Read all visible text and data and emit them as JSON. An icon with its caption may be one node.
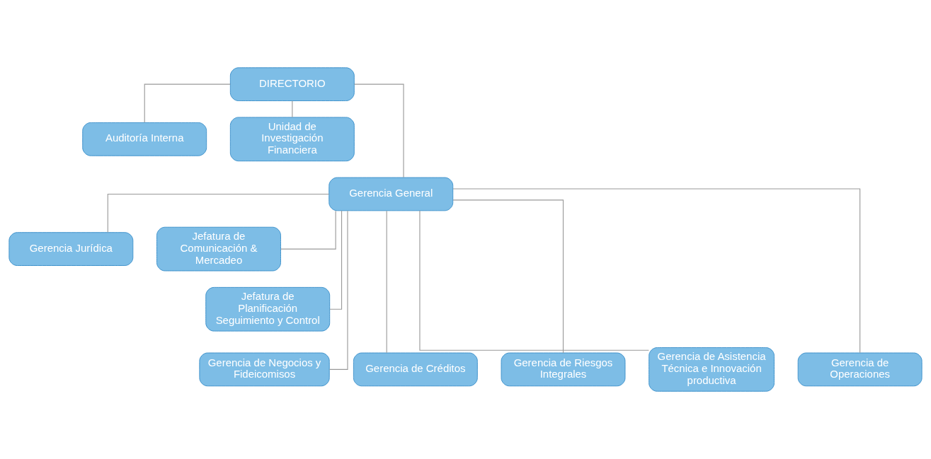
{
  "diagram": {
    "nodes": [
      {
        "text": [
          "DIRECTORIO"
        ]
      },
      {
        "text": [
          "Auditoría Interna"
        ]
      },
      {
        "text": [
          "Unidad de Investigación Financiera"
        ]
      },
      {
        "text": [
          "Gerencia General"
        ]
      },
      {
        "text": [
          "Gerencia Jurídica"
        ]
      },
      {
        "text": [
          "Jefatura de Comunicación & Mercadeo"
        ]
      },
      {
        "text": [
          "Jefatura de Planificación Seguimiento y Control"
        ]
      },
      {
        "text": [
          "Gerencia de Negocios y Fideicomisos"
        ]
      },
      {
        "text": [
          "Gerencia de Créditos"
        ]
      },
      {
        "text": [
          "Gerencia de Riesgos Integrales"
        ]
      },
      {
        "text": [
          "Gerencia de Asistencia Técnica e Innovación productiva"
        ]
      },
      {
        "text": [
          "Gerencia de Operaciones"
        ]
      }
    ],
    "edges": [
      {
        "from": 0,
        "to": 1,
        "arrow": "none"
      },
      {
        "from": 0,
        "to": 2,
        "arrow": "none"
      },
      {
        "from": 0,
        "to": 3,
        "arrow": "none"
      },
      {
        "from": 3,
        "to": 4,
        "arrow": "none"
      },
      {
        "from": 3,
        "to": 5,
        "arrow": "none"
      },
      {
        "from": 3,
        "to": 6,
        "arrow": "none"
      },
      {
        "from": 3,
        "to": 7,
        "arrow": "none"
      },
      {
        "from": 3,
        "to": 8,
        "arrow": "none"
      },
      {
        "from": 3,
        "to": 9,
        "arrow": "none"
      },
      {
        "from": 3,
        "to": 10,
        "arrow": "none"
      },
      {
        "from": 3,
        "to": 11,
        "arrow": "none"
      }
    ]
  }
}
